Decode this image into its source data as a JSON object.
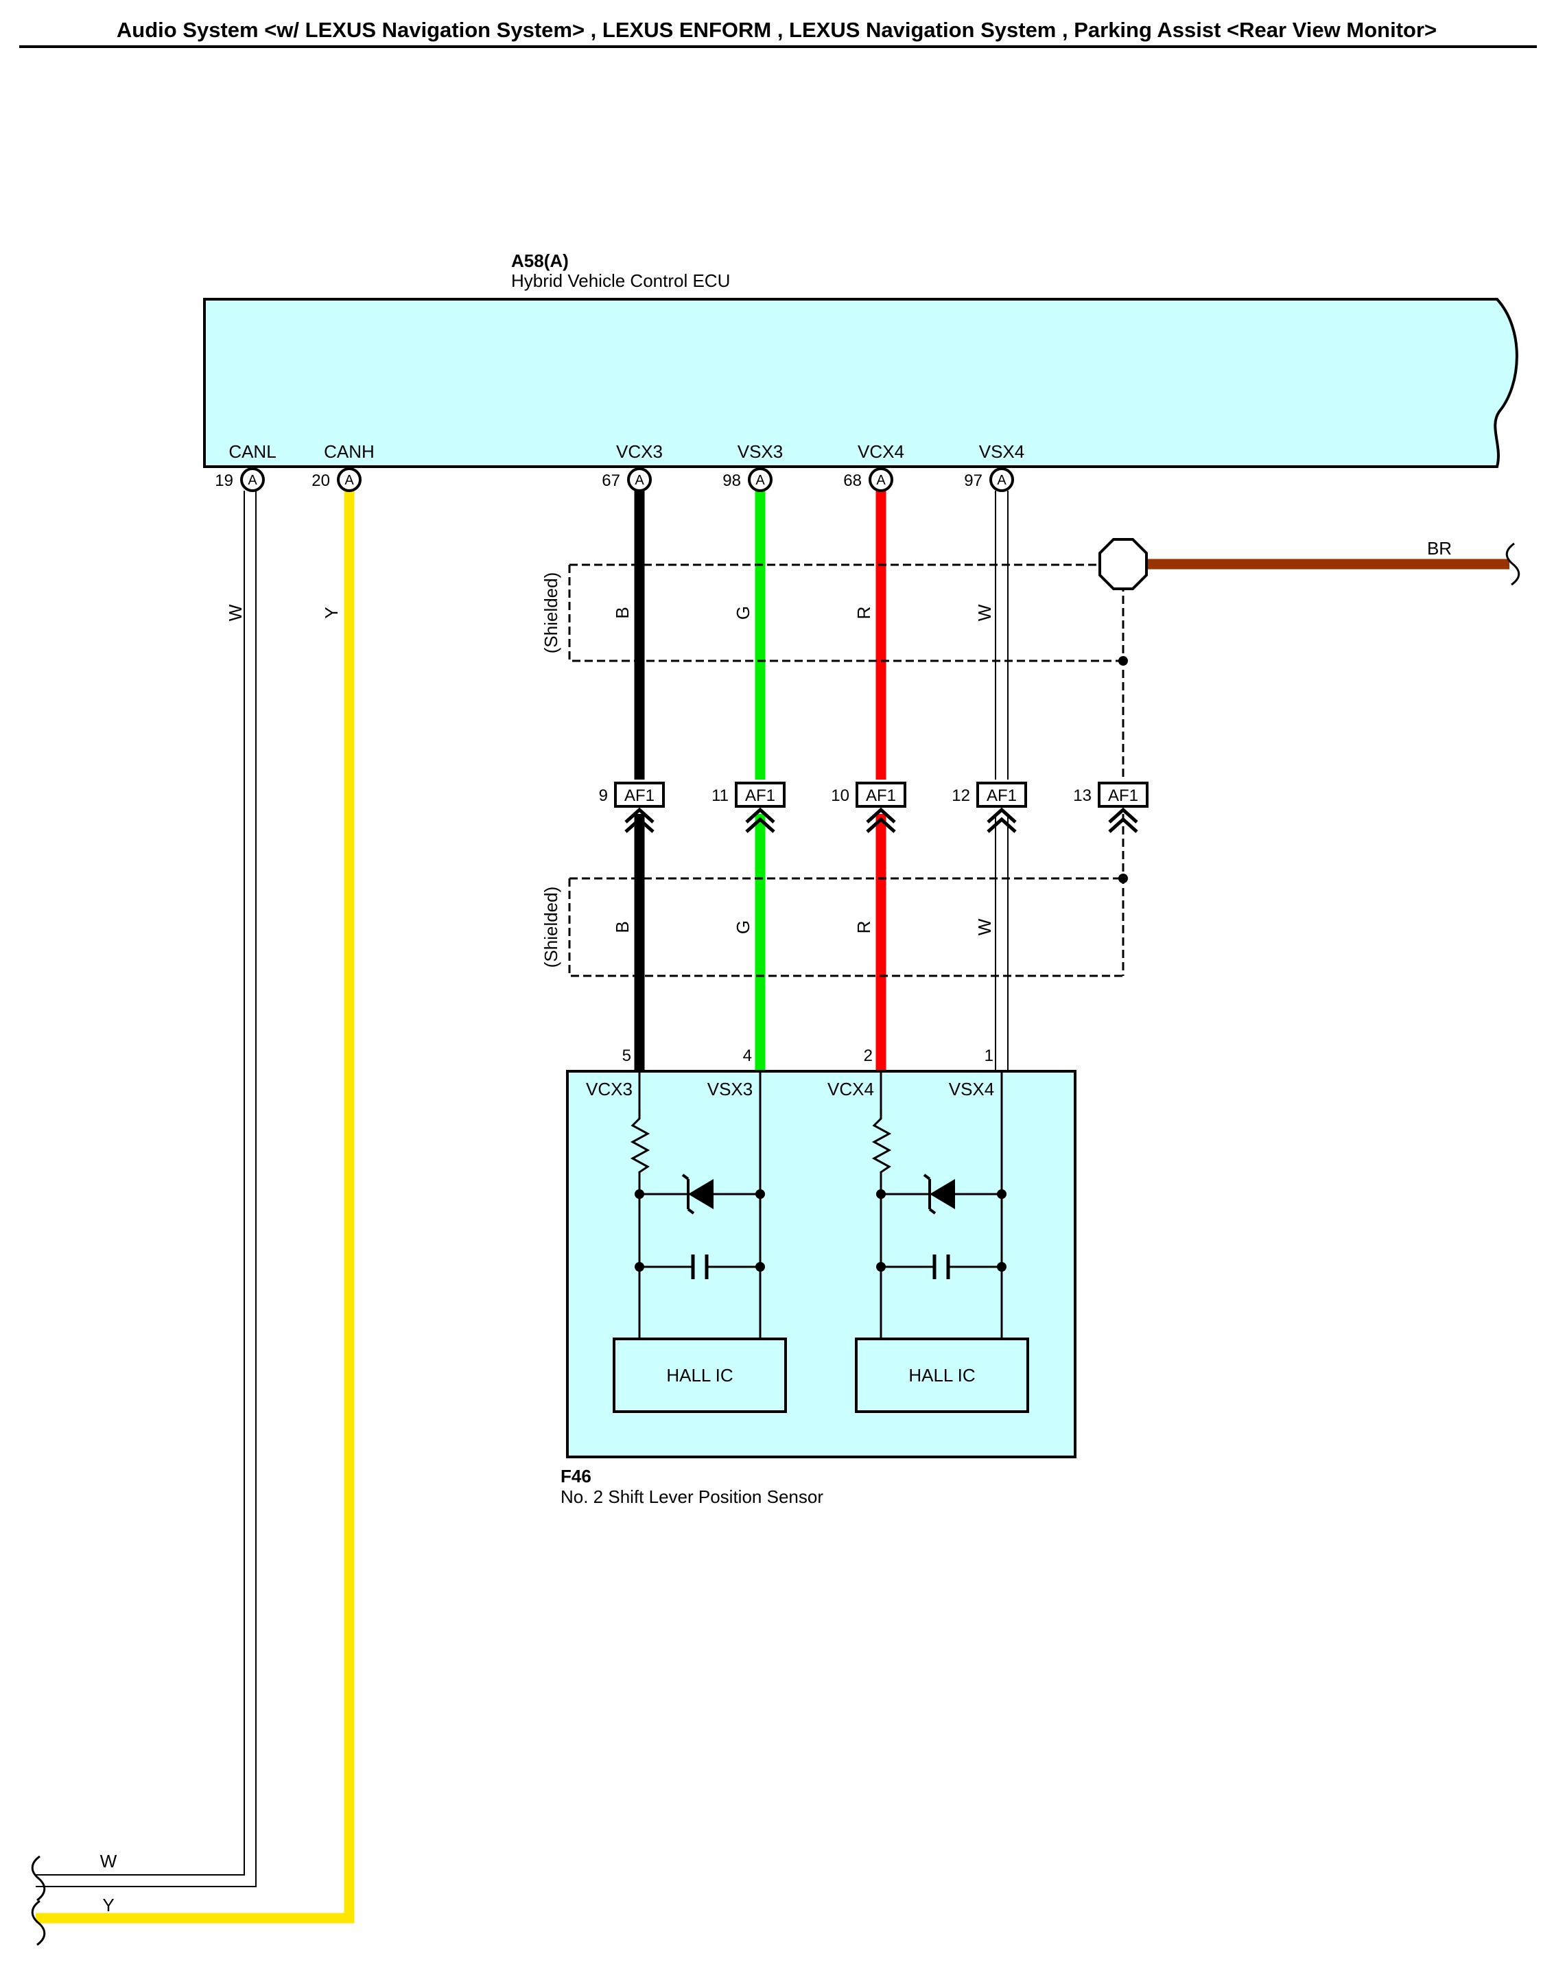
{
  "header": {
    "title": "Audio System <w/ LEXUS Navigation System> , LEXUS ENFORM , LEXUS Navigation System , Parking Assist <Rear View Monitor>"
  },
  "ecu": {
    "code": "A58(A)",
    "name": "Hybrid Vehicle Control ECU",
    "pins": [
      {
        "name": "CANL",
        "number": "19",
        "connector": "A",
        "wire": "W",
        "color": "#ffffff"
      },
      {
        "name": "CANH",
        "number": "20",
        "connector": "A",
        "wire": "Y",
        "color": "#ffe600"
      },
      {
        "name": "VCX3",
        "number": "67",
        "connector": "A",
        "wire": "B",
        "color": "#000000"
      },
      {
        "name": "VSX3",
        "number": "98",
        "connector": "A",
        "wire": "G",
        "color": "#00ee00"
      },
      {
        "name": "VCX4",
        "number": "68",
        "connector": "A",
        "wire": "R",
        "color": "#ff0000"
      },
      {
        "name": "VSX4",
        "number": "97",
        "connector": "A",
        "wire": "W",
        "color": "#ffffff"
      }
    ]
  },
  "shield": {
    "label": "(Shielded)",
    "ground_wire": "BR",
    "ground_color": "#993300"
  },
  "junction": {
    "connector": "AF1",
    "pins": [
      "9",
      "11",
      "10",
      "12",
      "13"
    ]
  },
  "sensor": {
    "code": "F46",
    "name": "No.  2 Shift Lever Position Sensor",
    "pins": [
      {
        "name": "VCX3",
        "number": "5"
      },
      {
        "name": "VSX3",
        "number": "4"
      },
      {
        "name": "VCX4",
        "number": "2"
      },
      {
        "name": "VSX4",
        "number": "1"
      }
    ],
    "hall_ic_label": "HALL IC"
  },
  "bottom_wires": [
    "W",
    "Y"
  ],
  "colors": {
    "module_fill": "#ccffff",
    "outline": "#000000"
  }
}
